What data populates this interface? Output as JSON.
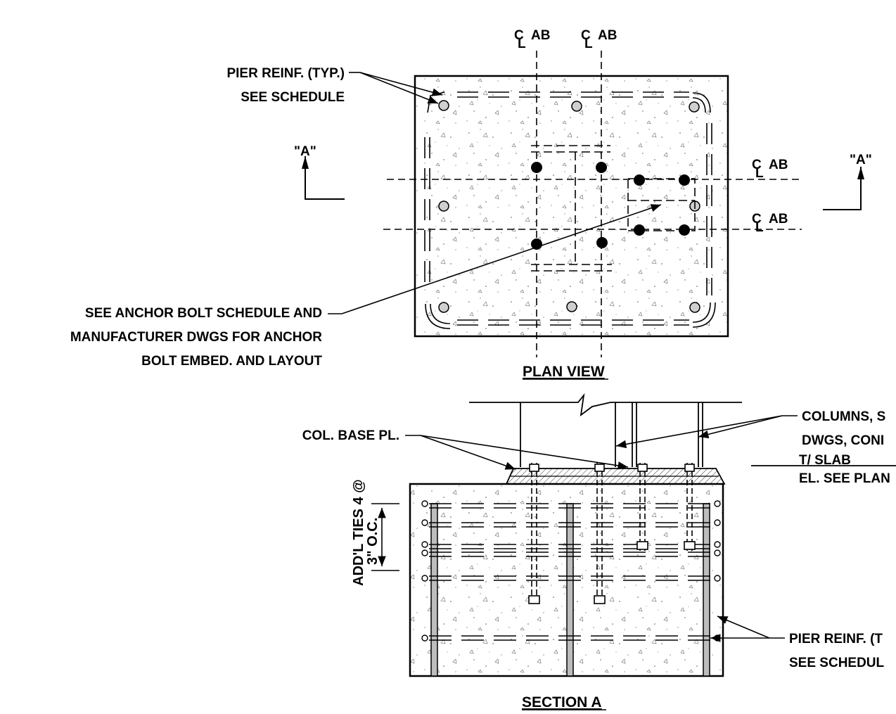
{
  "plan": {
    "title": "PLAN VIEW",
    "cl_ab_1": "AB",
    "cl_ab_2": "AB",
    "cl_ab_3": "AB",
    "cl_ab_4": "AB",
    "cl_symbol": "C",
    "cl_sub": "L",
    "section_mark_left": "\"A\"",
    "section_mark_right": "\"A\"",
    "pier_reinf_line1": "PIER REINF. (TYP.)",
    "pier_reinf_line2": "SEE SCHEDULE",
    "anchor_line1": "SEE ANCHOR BOLT SCHEDULE AND",
    "anchor_line2": "MANUFACTURER DWGS FOR ANCHOR",
    "anchor_line3": "BOLT EMBED. AND LAYOUT"
  },
  "section": {
    "title": "SECTION A",
    "columns_line1": "COLUMNS, S",
    "columns_line2": "DWGS, CONI",
    "col_base_pl": "COL. BASE PL.",
    "tslab_line1": "T/ SLAB",
    "tslab_line2": "EL. SEE PLAN",
    "ties_line1": "ADD'L TIES 4 @",
    "ties_line2": "3\" O.C.",
    "pier_reinf_line1": "PIER REINF. (T",
    "pier_reinf_line2": "SEE SCHEDUL"
  }
}
